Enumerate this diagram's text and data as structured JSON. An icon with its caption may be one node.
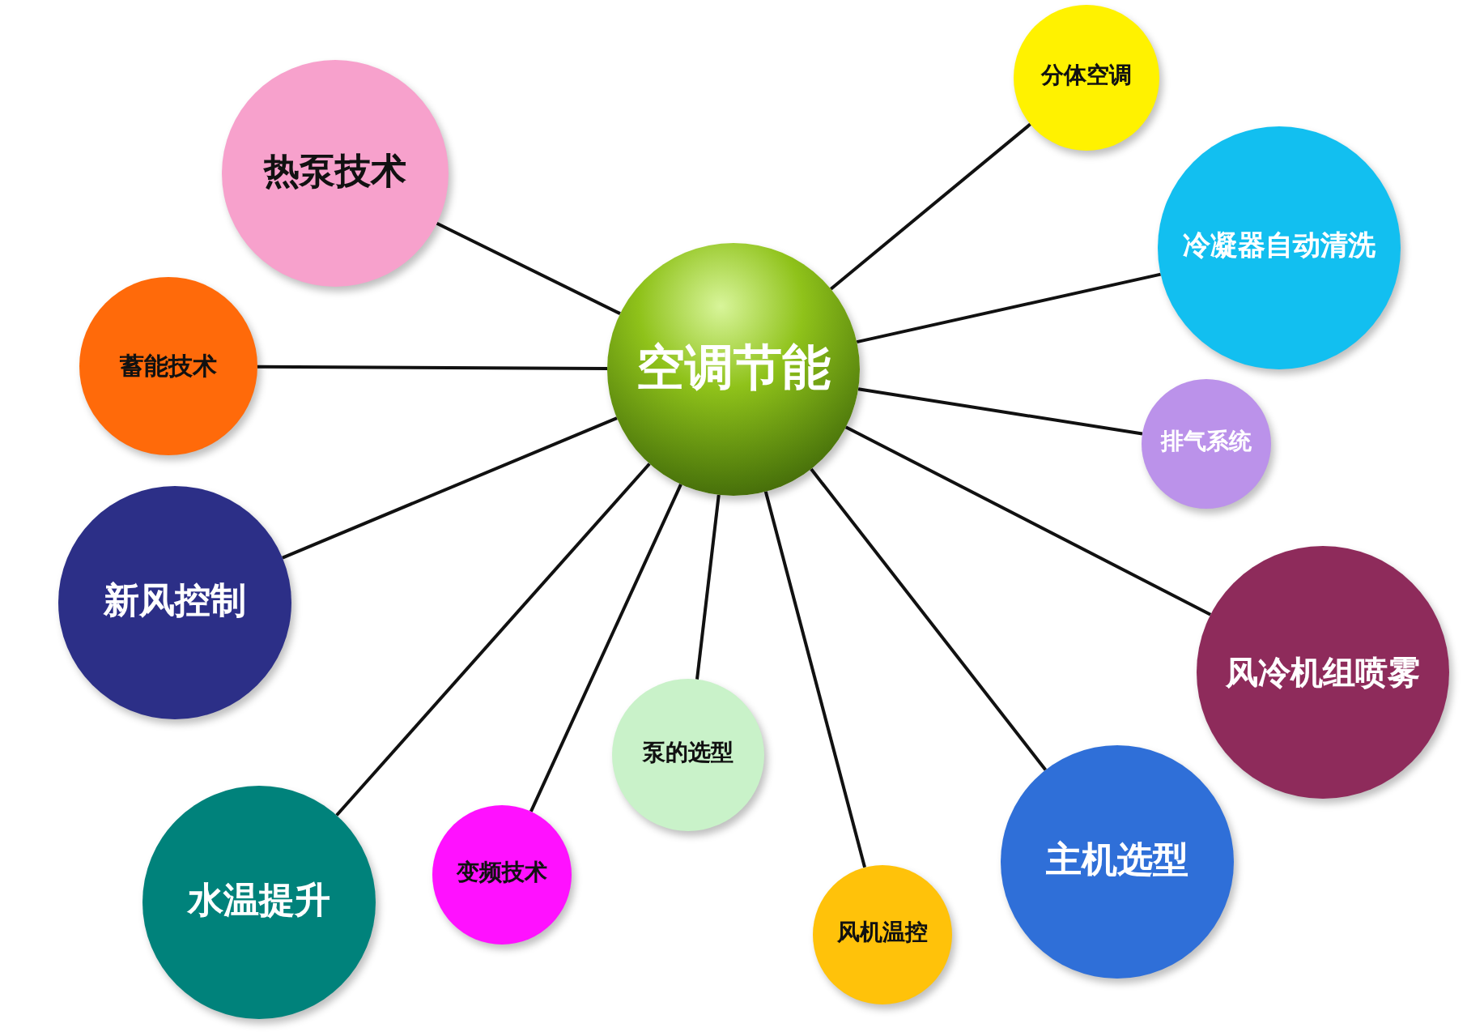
{
  "diagram": {
    "nodes": [
      {
        "text": [
          "空调节能"
        ]
      },
      {
        "text": [
          "热泵技术"
        ]
      },
      {
        "text": [
          "分体空调"
        ]
      },
      {
        "text": [
          "冷凝器自动清洗"
        ]
      },
      {
        "text": [
          "蓄能技术"
        ]
      },
      {
        "text": [
          "排气系统"
        ]
      },
      {
        "text": [
          "新风控制"
        ]
      },
      {
        "text": [
          "风冷机组喷雾"
        ]
      },
      {
        "text": [
          "泵的选型"
        ]
      },
      {
        "text": [
          "主机选型"
        ]
      },
      {
        "text": [
          "水温提升"
        ]
      },
      {
        "text": [
          "变频技术"
        ]
      },
      {
        "text": [
          "风机温控"
        ]
      }
    ],
    "edges": [
      {
        "from": 0,
        "to": 1,
        "arrow": "none"
      },
      {
        "from": 0,
        "to": 2,
        "arrow": "none"
      },
      {
        "from": 0,
        "to": 3,
        "arrow": "none"
      },
      {
        "from": 0,
        "to": 4,
        "arrow": "none"
      },
      {
        "from": 0,
        "to": 5,
        "arrow": "none"
      },
      {
        "from": 0,
        "to": 6,
        "arrow": "none"
      },
      {
        "from": 0,
        "to": 7,
        "arrow": "none"
      },
      {
        "from": 0,
        "to": 8,
        "arrow": "none"
      },
      {
        "from": 0,
        "to": 9,
        "arrow": "none"
      },
      {
        "from": 0,
        "to": 10,
        "arrow": "none"
      },
      {
        "from": 0,
        "to": 11,
        "arrow": "none"
      },
      {
        "from": 0,
        "to": 12,
        "arrow": "none"
      }
    ]
  }
}
